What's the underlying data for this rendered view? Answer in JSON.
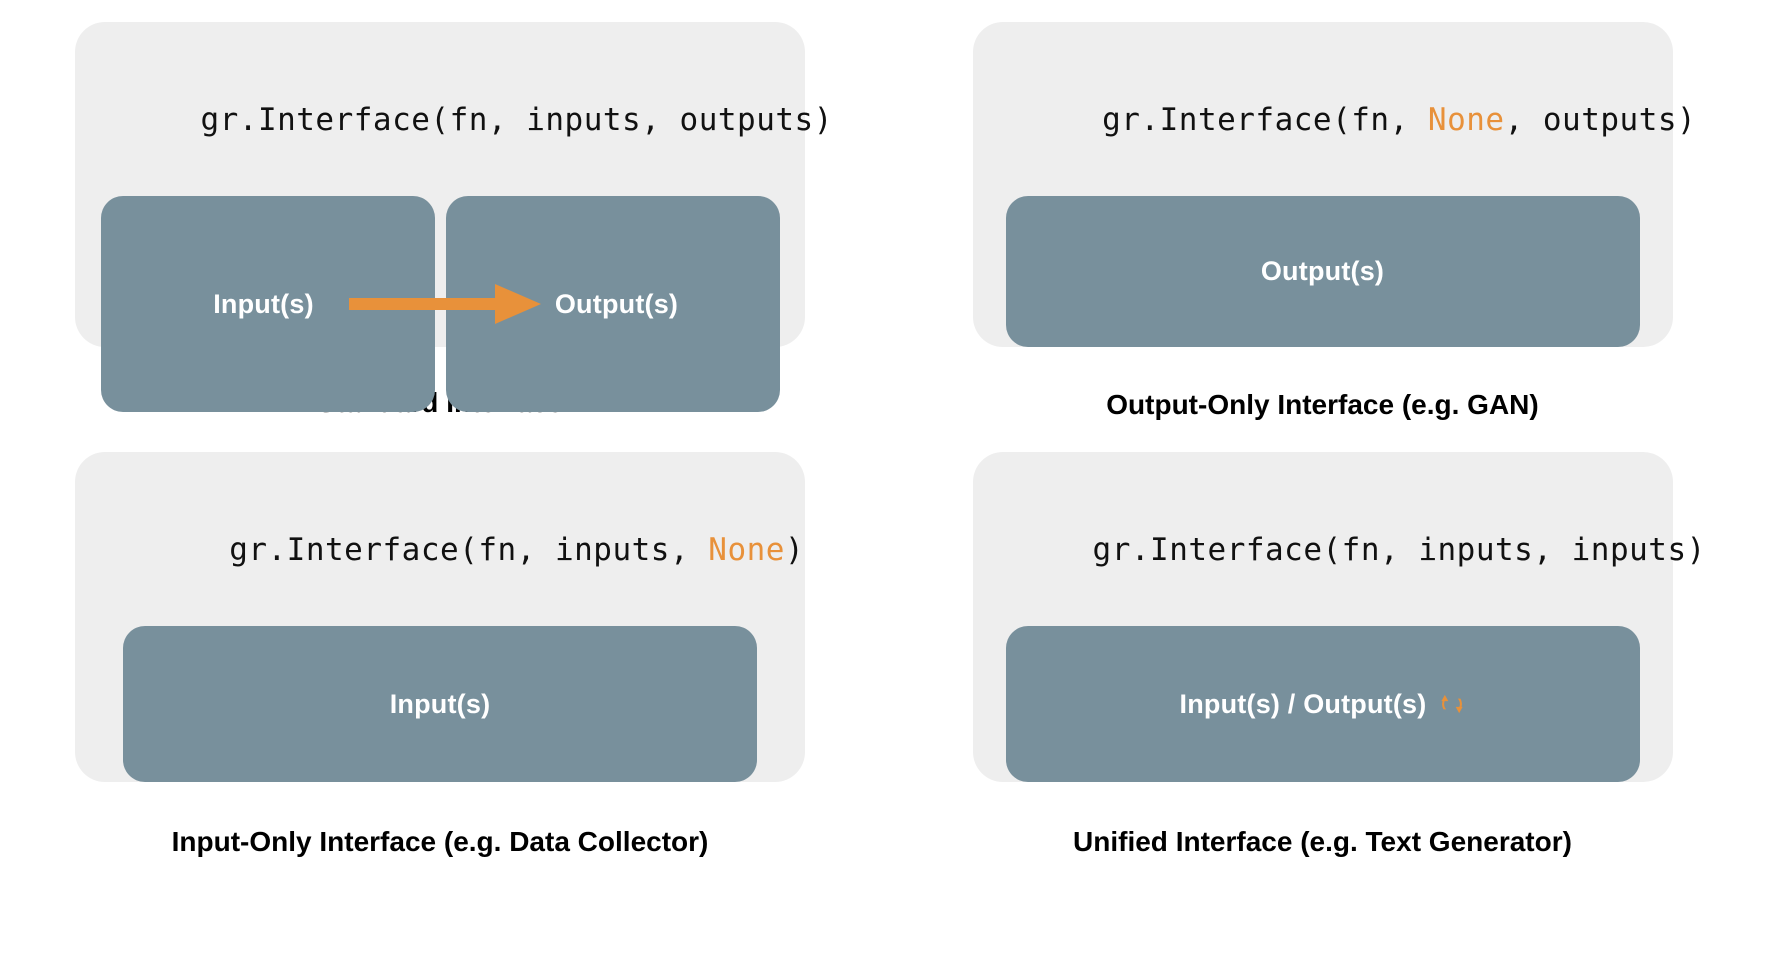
{
  "theme": {
    "page_background": "#ffffff",
    "card_background": "#eeeeee",
    "slot_background": "#78909c",
    "accent_orange": "#e8913a",
    "slot_text": "#ffffff",
    "caption_text": "#000000",
    "code_text": "#111111"
  },
  "panels": [
    {
      "id": "standard",
      "code": {
        "prefix": "gr.Interface(fn, inputs, outputs)",
        "before": "gr.Interface(fn, inputs, outputs)",
        "highlight": "",
        "after": ""
      },
      "slots": [
        {
          "label": "Input(s)",
          "name": "input-slot"
        },
        {
          "label": "Output(s)",
          "name": "output-slot"
        }
      ],
      "arrow": {
        "name": "flow-arrow-icon",
        "direction": "right",
        "color": "#e8913a"
      },
      "caption": "Standard Interface"
    },
    {
      "id": "output-only",
      "code": {
        "before": "gr.Interface(fn, ",
        "highlight": "None",
        "after": ", outputs)"
      },
      "slots": [
        {
          "label": "Output(s)",
          "name": "output-slot"
        }
      ],
      "caption": "Output-Only Interface (e.g. GAN)"
    },
    {
      "id": "input-only",
      "code": {
        "before": "gr.Interface(fn, inputs, ",
        "highlight": "None",
        "after": ")"
      },
      "slots": [
        {
          "label": "Input(s)",
          "name": "input-slot"
        }
      ],
      "caption": "Input-Only Interface (e.g. Data Collector)"
    },
    {
      "id": "unified",
      "code": {
        "before": "gr.Interface(fn, inputs, inputs)",
        "highlight": "",
        "after": ""
      },
      "slots": [
        {
          "label": "Input(s) / Output(s)",
          "name": "unified-slot",
          "icon": "loop-arrows-icon"
        }
      ],
      "caption": "Unified Interface (e.g. Text Generator)"
    }
  ]
}
